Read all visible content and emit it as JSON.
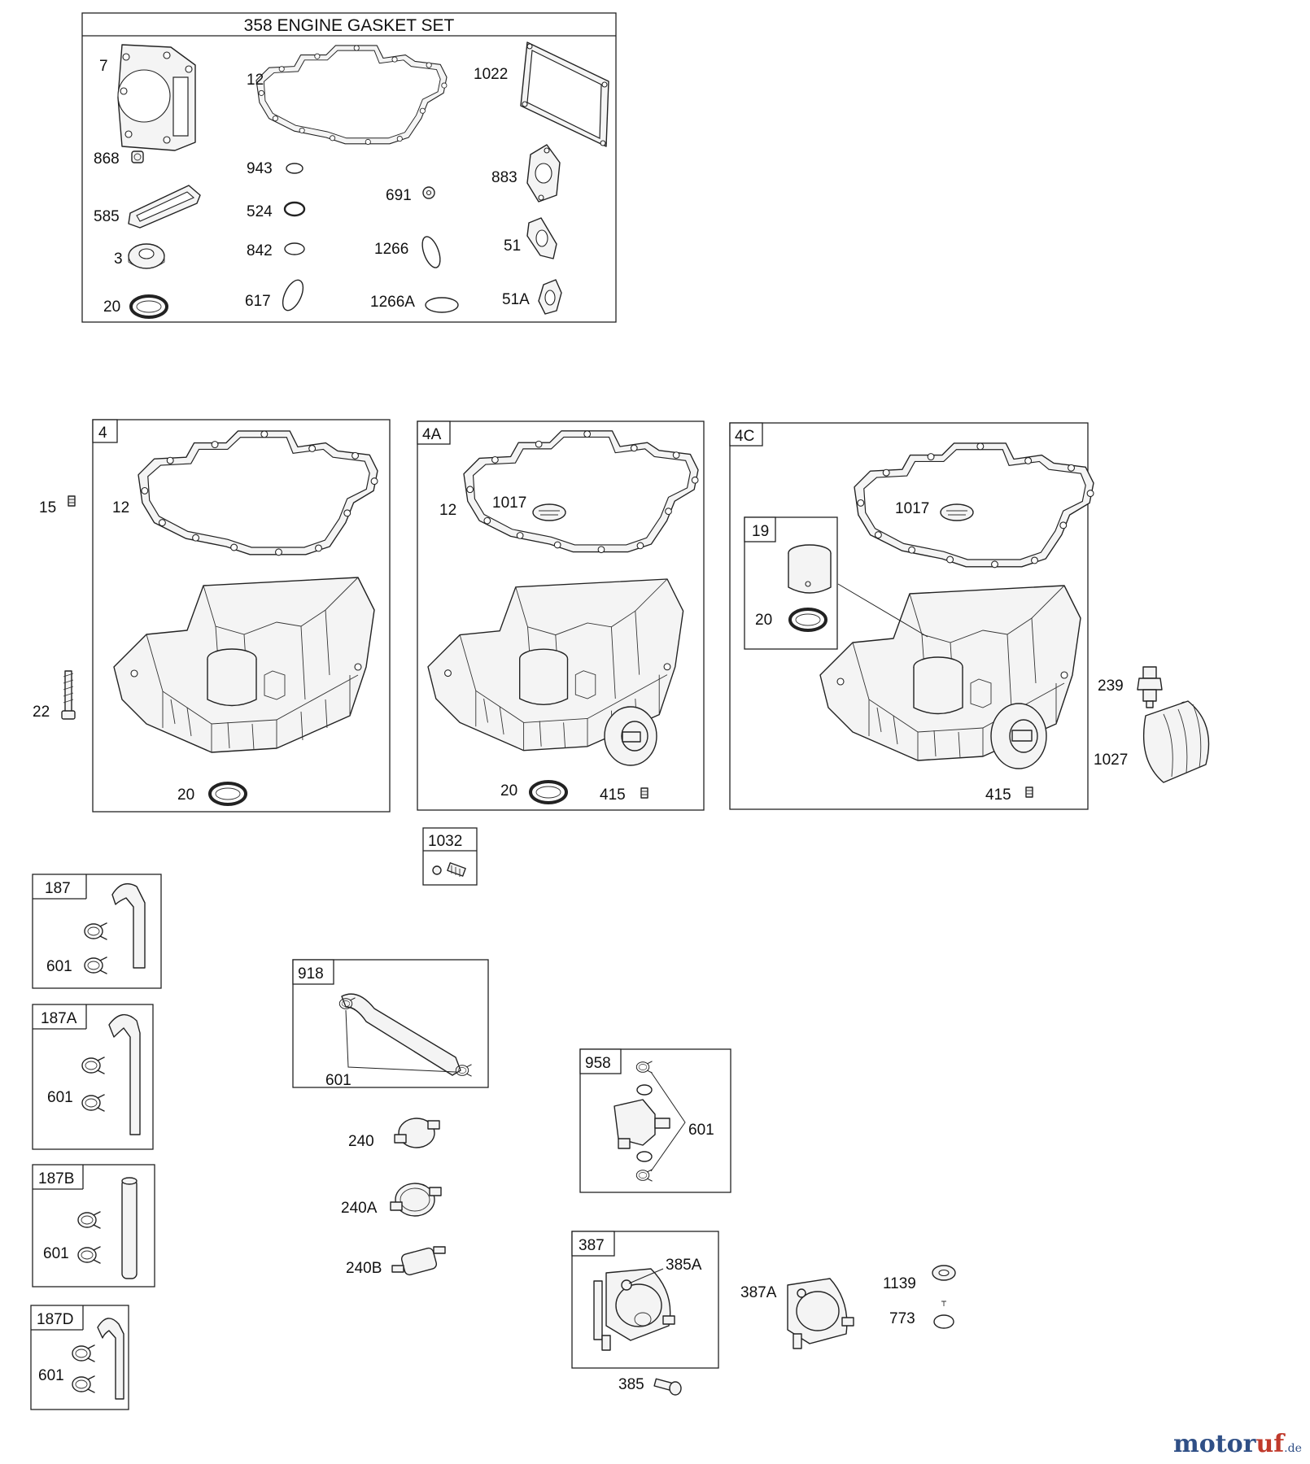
{
  "gasket_set": {
    "title": "358 ENGINE GASKET SET",
    "parts": [
      "7",
      "12",
      "1022",
      "868",
      "943",
      "691",
      "883",
      "585",
      "524",
      "51",
      "3",
      "842",
      "1266",
      "20",
      "617",
      "1266A",
      "51A"
    ]
  },
  "loose_parts": {
    "p15": "15",
    "p22": "22",
    "p239": "239",
    "p1027": "1027",
    "p240": "240",
    "p240a": "240A",
    "p240b": "240B",
    "p387a": "387A",
    "p1139": "1139",
    "p773": "773",
    "p385": "385"
  },
  "box4": {
    "tag": "4",
    "gasket": "12",
    "seal": "20"
  },
  "box4a": {
    "tag": "4A",
    "gasket": "12",
    "breather": "1017",
    "seal": "20",
    "plug": "415"
  },
  "box4c": {
    "tag": "4C",
    "breather": "1017",
    "plug": "415",
    "sub_tag": "19",
    "sub_seal": "20"
  },
  "box1032": {
    "tag": "1032"
  },
  "hoses": [
    {
      "tag": "187",
      "clamp": "601"
    },
    {
      "tag": "187A",
      "clamp": "601"
    },
    {
      "tag": "187B",
      "clamp": "601"
    },
    {
      "tag": "187D",
      "clamp": "601"
    }
  ],
  "box918": {
    "tag": "918",
    "clamp": "601"
  },
  "box958": {
    "tag": "958",
    "clamp": "601"
  },
  "box387": {
    "tag": "387",
    "sub": "385A"
  },
  "watermark": {
    "brand_a": "motor",
    "brand_b": "uf",
    "suffix": ".de"
  }
}
